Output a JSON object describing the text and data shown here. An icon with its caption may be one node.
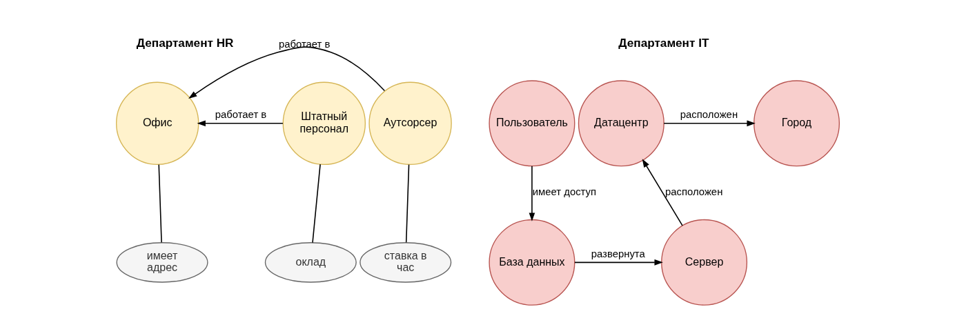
{
  "diagram": {
    "nodes": [
      {
        "text": [
          "Офис"
        ]
      },
      {
        "text": [
          "Штатный персонал"
        ]
      },
      {
        "text": [
          "Аутсорсер"
        ]
      },
      {
        "text": [
          "имеет адрес"
        ]
      },
      {
        "text": [
          "оклад"
        ]
      },
      {
        "text": [
          "ставка в час"
        ]
      },
      {
        "text": [
          "Пользователь"
        ]
      },
      {
        "text": [
          "Датацентр"
        ]
      },
      {
        "text": [
          "Город"
        ]
      },
      {
        "text": [
          "База данных"
        ]
      },
      {
        "text": [
          "Сервер"
        ]
      }
    ],
    "edges": [
      {
        "from": 1,
        "to": 0,
        "arrow": "to",
        "label": "работает в"
      },
      {
        "from": 2,
        "to": 0,
        "arrow": "to",
        "label": "работает в"
      },
      {
        "from": 0,
        "to": 3,
        "arrow": "none"
      },
      {
        "from": 1,
        "to": 4,
        "arrow": "none"
      },
      {
        "from": 2,
        "to": 5,
        "arrow": "none"
      },
      {
        "from": 6,
        "to": 9,
        "arrow": "to",
        "label": "имеет доступ"
      },
      {
        "from": 9,
        "to": 10,
        "arrow": "to",
        "label": "развернута"
      },
      {
        "from": 10,
        "to": 7,
        "arrow": "to",
        "label": "расположен"
      },
      {
        "from": 7,
        "to": 8,
        "arrow": "to",
        "label": "расположен"
      }
    ],
    "labels": [
      "Департамент HR",
      "Департамент IT"
    ]
  }
}
